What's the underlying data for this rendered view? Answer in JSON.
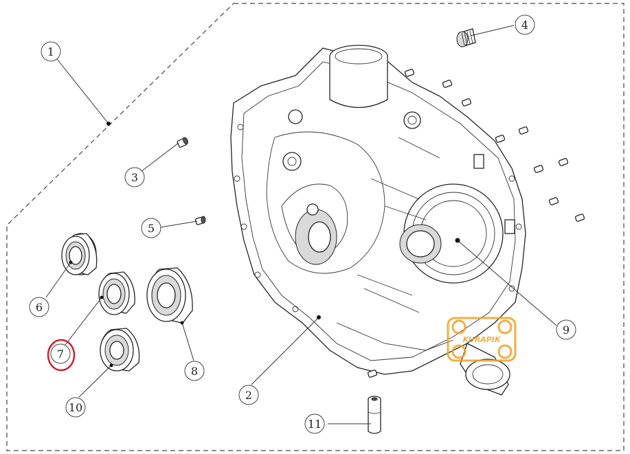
{
  "callouts": [
    {
      "id": "c1",
      "label": "1"
    },
    {
      "id": "c2",
      "label": "2"
    },
    {
      "id": "c3",
      "label": "3"
    },
    {
      "id": "c4",
      "label": "4"
    },
    {
      "id": "c5",
      "label": "5"
    },
    {
      "id": "c6",
      "label": "6"
    },
    {
      "id": "c7",
      "label": "7"
    },
    {
      "id": "c8",
      "label": "8"
    },
    {
      "id": "c9",
      "label": "9"
    },
    {
      "id": "c10",
      "label": "10"
    },
    {
      "id": "c11",
      "label": "11"
    }
  ],
  "highlight_color": "#d0202a",
  "watermark": {
    "text": "KURAPIK",
    "color": "#f0a020"
  }
}
